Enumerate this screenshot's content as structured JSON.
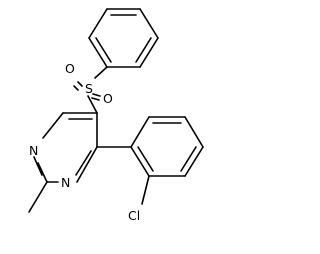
{
  "molecule": {
    "atoms": {
      "sulfur": "S",
      "oxygen_left": "O",
      "oxygen_right": "O",
      "nitrogen_upper": "N",
      "nitrogen_lower": "N",
      "chlorine": "Cl"
    }
  }
}
